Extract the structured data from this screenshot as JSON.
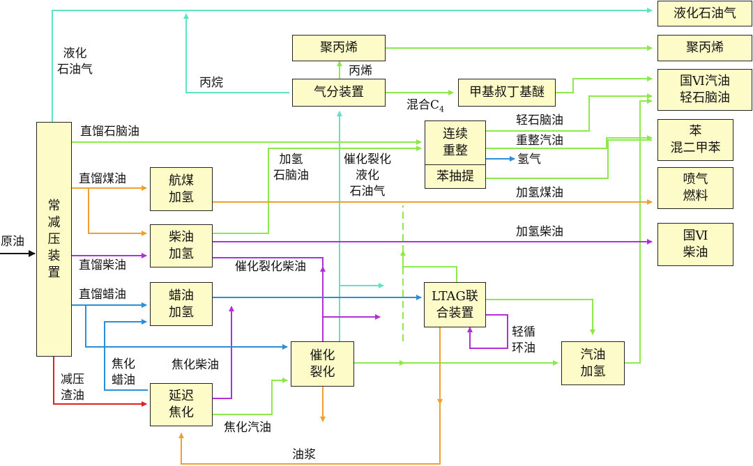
{
  "units": {
    "atmos": "常\n减\n压\n装\n置",
    "jet_hydro": "航煤\n加氢",
    "diesel_hydro": "柴油\n加氢",
    "wax_hydro": "蜡油\n加氢",
    "coker": "延迟\n焦化",
    "fcc": "催化\n裂化",
    "ltag": "LTAG联\n合装置",
    "gasoline_hydro": "汽油\n加氢",
    "gas_sep": "气分装置",
    "polypropylene_unit": "聚丙烯",
    "mtbe": "甲基叔丁基醚",
    "reformer": "连续\n重整",
    "benzene_extraction": "苯抽提"
  },
  "products": {
    "lpg": "液化石油气",
    "polypropylene": "聚丙烯",
    "gasoline_vi": "国Ⅵ汽油\n轻石脑油",
    "aromatics": "苯\n混二甲苯",
    "jet_fuel": "喷气\n燃料",
    "diesel_vi": "国Ⅵ\n柴油"
  },
  "streams": {
    "crude": "原油",
    "lpg_side": "液化\n石油气",
    "propane": "丙烷",
    "propylene": "丙烯",
    "mixed_c4": "混合C",
    "mixed_c4_sub": "4",
    "sr_naphtha": "直馏石脑油",
    "sr_kerosene": "直馏煤油",
    "sr_diesel": "直馏柴油",
    "sr_wax": "直馏蜡油",
    "vac_residue": "减压\n渣油",
    "hydro_naphtha": "加氢\n石脑油",
    "fcc_lpg": "催化裂化\n液化\n石油气",
    "light_naphtha": "轻石脑油",
    "reformate": "重整汽油",
    "hydrogen": "氢气",
    "hydro_kerosene": "加氢煤油",
    "hydro_diesel": "加氢柴油",
    "fcc_diesel": "催化裂化柴油",
    "coker_wax": "焦化\n蜡油",
    "coker_diesel": "焦化柴油",
    "coker_gasoline": "焦化汽油",
    "light_cycle_oil": "轻循\n环油",
    "slurry": "油浆"
  },
  "colors": {
    "cyan": "#5fe3c4",
    "green": "#8fe84a",
    "orange": "#f0a030",
    "purple": "#b030d8",
    "blue": "#2a8fd6",
    "red": "#e02020",
    "box_fill": "#fdfcc8"
  }
}
